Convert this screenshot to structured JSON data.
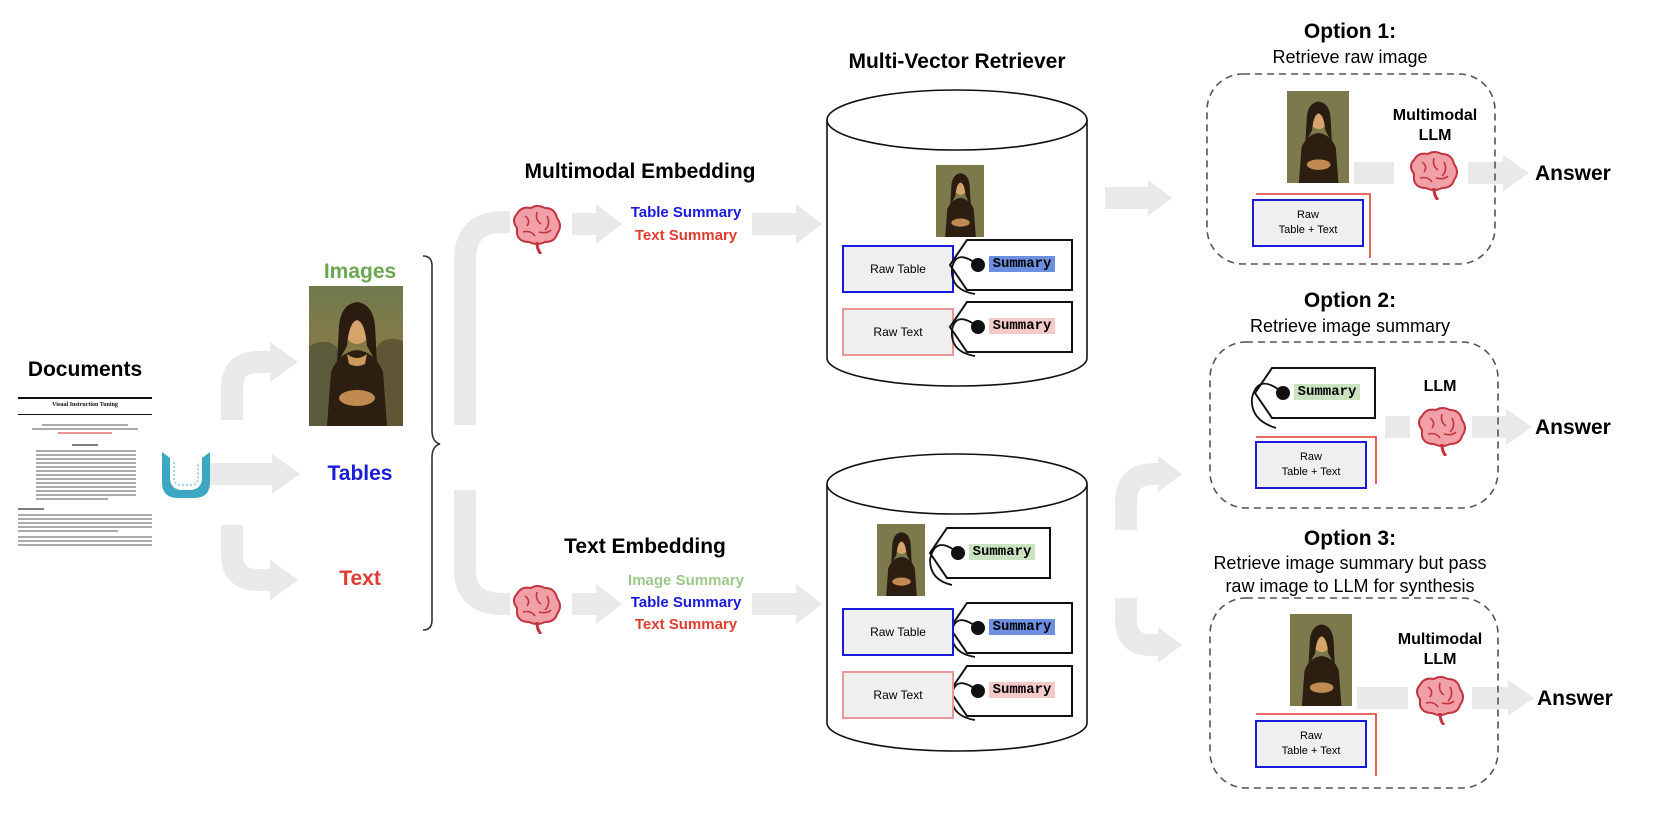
{
  "colors": {
    "arrow": "#e9e9e9",
    "image_green": "#6aa84f",
    "table_blue": "#1a1adb",
    "text_red": "#e03c31",
    "summary_blue_fill": "#6d8fe0",
    "summary_pink_fill": "#f4c9c9",
    "summary_green_fill": "#c9e2c0",
    "image_summary_green": "#9cc98a"
  },
  "left": {
    "documents_title": "Documents",
    "paper_title": "Visual Instruction Tuning",
    "categories": {
      "images": "Images",
      "tables": "Tables",
      "text": "Text"
    }
  },
  "multimodal_embedding": {
    "title": "Multimodal Embedding",
    "summaries": [
      "Table Summary",
      "Text Summary"
    ]
  },
  "text_embedding": {
    "title": "Text Embedding",
    "summaries": [
      "Image Summary",
      "Table Summary",
      "Text Summary"
    ]
  },
  "retriever": {
    "title": "Multi-Vector Retriever",
    "raw_table": "Raw Table",
    "raw_text": "Raw Text",
    "summary_tag": "Summary"
  },
  "options": [
    {
      "title": "Option 1:",
      "subtitle": "Retrieve raw image",
      "model": "Multimodal\nLLM",
      "raw_box": "Raw\nTable + Text",
      "answer": "Answer"
    },
    {
      "title": "Option 2:",
      "subtitle": "Retrieve image summary",
      "model": "LLM",
      "raw_box": "Raw\nTable + Text",
      "answer": "Answer",
      "summary_tag": "Summary"
    },
    {
      "title": "Option 3:",
      "subtitle": "Retrieve image summary but pass\nraw image to LLM for synthesis",
      "model": "Multimodal\nLLM",
      "raw_box": "Raw\nTable + Text",
      "answer": "Answer"
    }
  ]
}
